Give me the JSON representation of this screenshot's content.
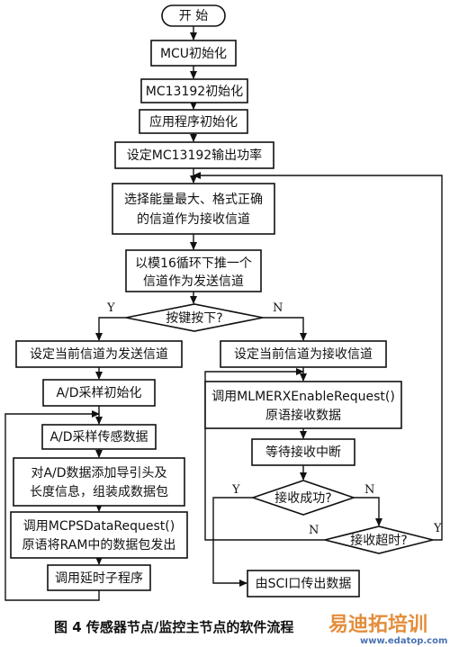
{
  "nodes": {
    "start": "开  始",
    "mcu_init": "MCU初始化",
    "mc13192_init": "MC13192初始化",
    "app_init": "应用程序初始化",
    "set_power": "设定MC13192输出功率",
    "select_rx_1": "选择能量最大、格式正确",
    "select_rx_2": "的信道作为接收信道",
    "push_tx_1": "以模16循环下推一个",
    "push_tx_2": "信道作为发送信道",
    "key_pressed": "按键按下?",
    "set_tx": "设定当前信道为发送信道",
    "ad_init": "A/D采样初始化",
    "ad_sample": "A/D采样传感数据",
    "add_header_1": "对A/D数据添加导引头及",
    "add_header_2": "长度信息，组装成数据包",
    "mcps_1": "调用MCPSDataRequest()",
    "mcps_2": "原语将RAM中的数据包发出",
    "delay": "调用延时子程序",
    "set_rx": "设定当前信道为接收信道",
    "mlme_1": "调用MLMERXEnableRequest()",
    "mlme_2": "原语接收数据",
    "wait_int": "等待接收中断",
    "rx_success": "接收成功?",
    "rx_timeout": "接收超时?",
    "sci_out": "由SCI口传出数据"
  },
  "labels": {
    "y": "Y",
    "n": "N"
  },
  "caption": "图 4   传感器节点/监控主节点的软件流程",
  "watermark": {
    "brand": "易迪拓培训",
    "url": "www.edatop.com"
  }
}
